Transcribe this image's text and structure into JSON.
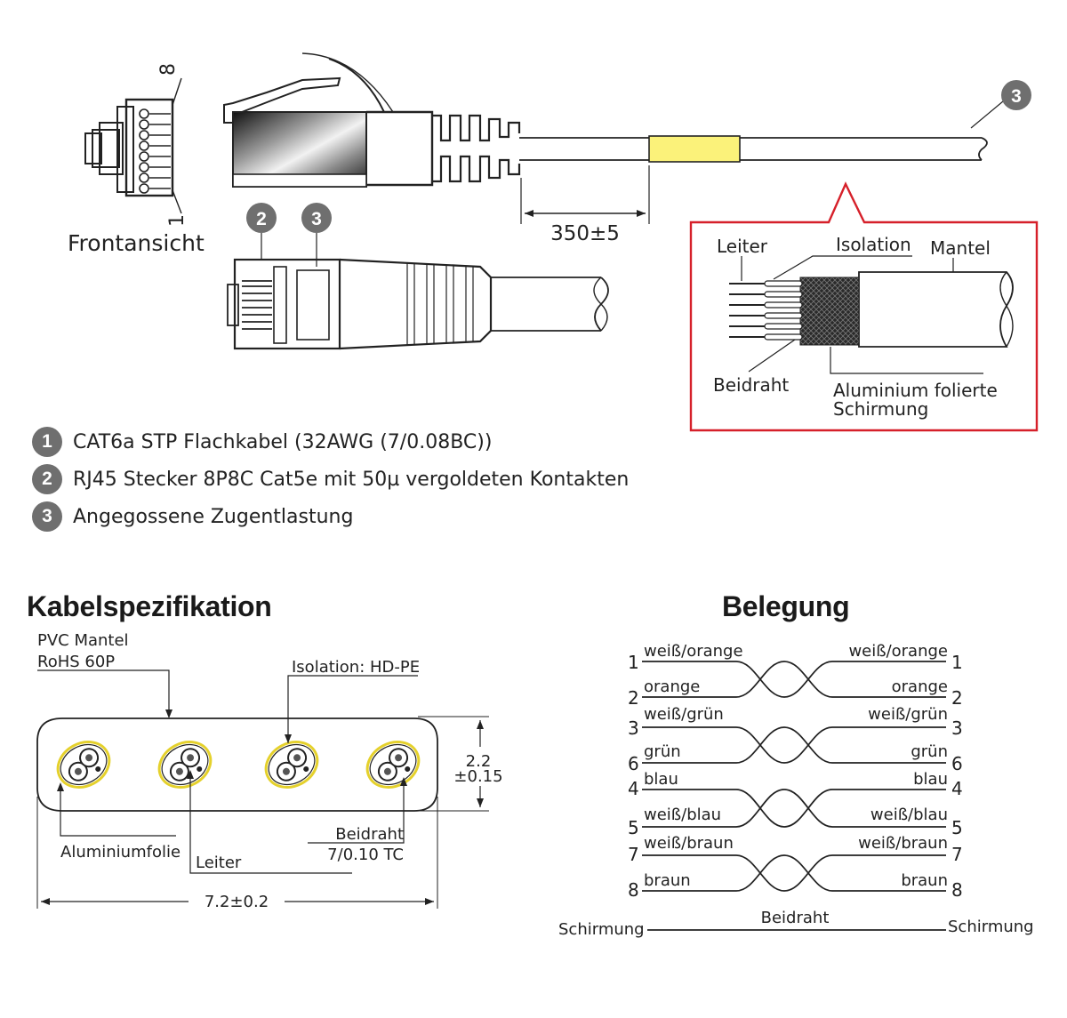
{
  "connector": {
    "front_label": "Frontansicht",
    "pin_top": "8",
    "pin_bottom": "1",
    "dimension": "350±5",
    "callout_2": "2",
    "callout_3a": "3",
    "callout_3b": "3"
  },
  "cross_section": {
    "leiter": "Leiter",
    "isolation": "Isolation",
    "mantel": "Mantel",
    "beidraht": "Beidraht",
    "alu_line1": "Aluminium folierte",
    "alu_line2": "Schirmung",
    "frame_color": "#d6202a"
  },
  "legend": [
    {
      "num": "1",
      "text": "CAT6a STP Flachkabel (32AWG (7/0.08BC))"
    },
    {
      "num": "2",
      "text": "RJ45 Stecker 8P8C Cat5e mit 50µ vergoldeten Kontakten"
    },
    {
      "num": "3",
      "text": "Angegossene Zugentlastung"
    }
  ],
  "spec": {
    "title": "Kabelspezifikation",
    "pvc1": "PVC Mantel",
    "pvc2": "RoHS 60P",
    "isolation": "Isolation: HD-PE",
    "height1": "2.2",
    "height2": "±0.15",
    "aluminiumfolie": "Aluminiumfolie",
    "leiter": "Leiter",
    "beidraht1": "Beidraht",
    "beidraht2": "7/0.10 TC",
    "width": "7.2±0.2"
  },
  "wiring": {
    "title": "Belegung",
    "pairs": [
      {
        "top_num": "1",
        "top_label": "weiß/orange",
        "bot_num": "2",
        "bot_label": "orange"
      },
      {
        "top_num": "3",
        "top_label": "weiß/grün",
        "bot_num": "6",
        "bot_label": "grün"
      },
      {
        "top_num": "4",
        "top_label": "blau",
        "bot_num": "5",
        "bot_label": "weiß/blau"
      },
      {
        "top_num": "7",
        "top_label": "weiß/braun",
        "bot_num": "8",
        "bot_label": "braun"
      }
    ],
    "shield_left": "Schirmung",
    "shield_right": "Schirmung",
    "shield_mid": "Beidraht"
  }
}
